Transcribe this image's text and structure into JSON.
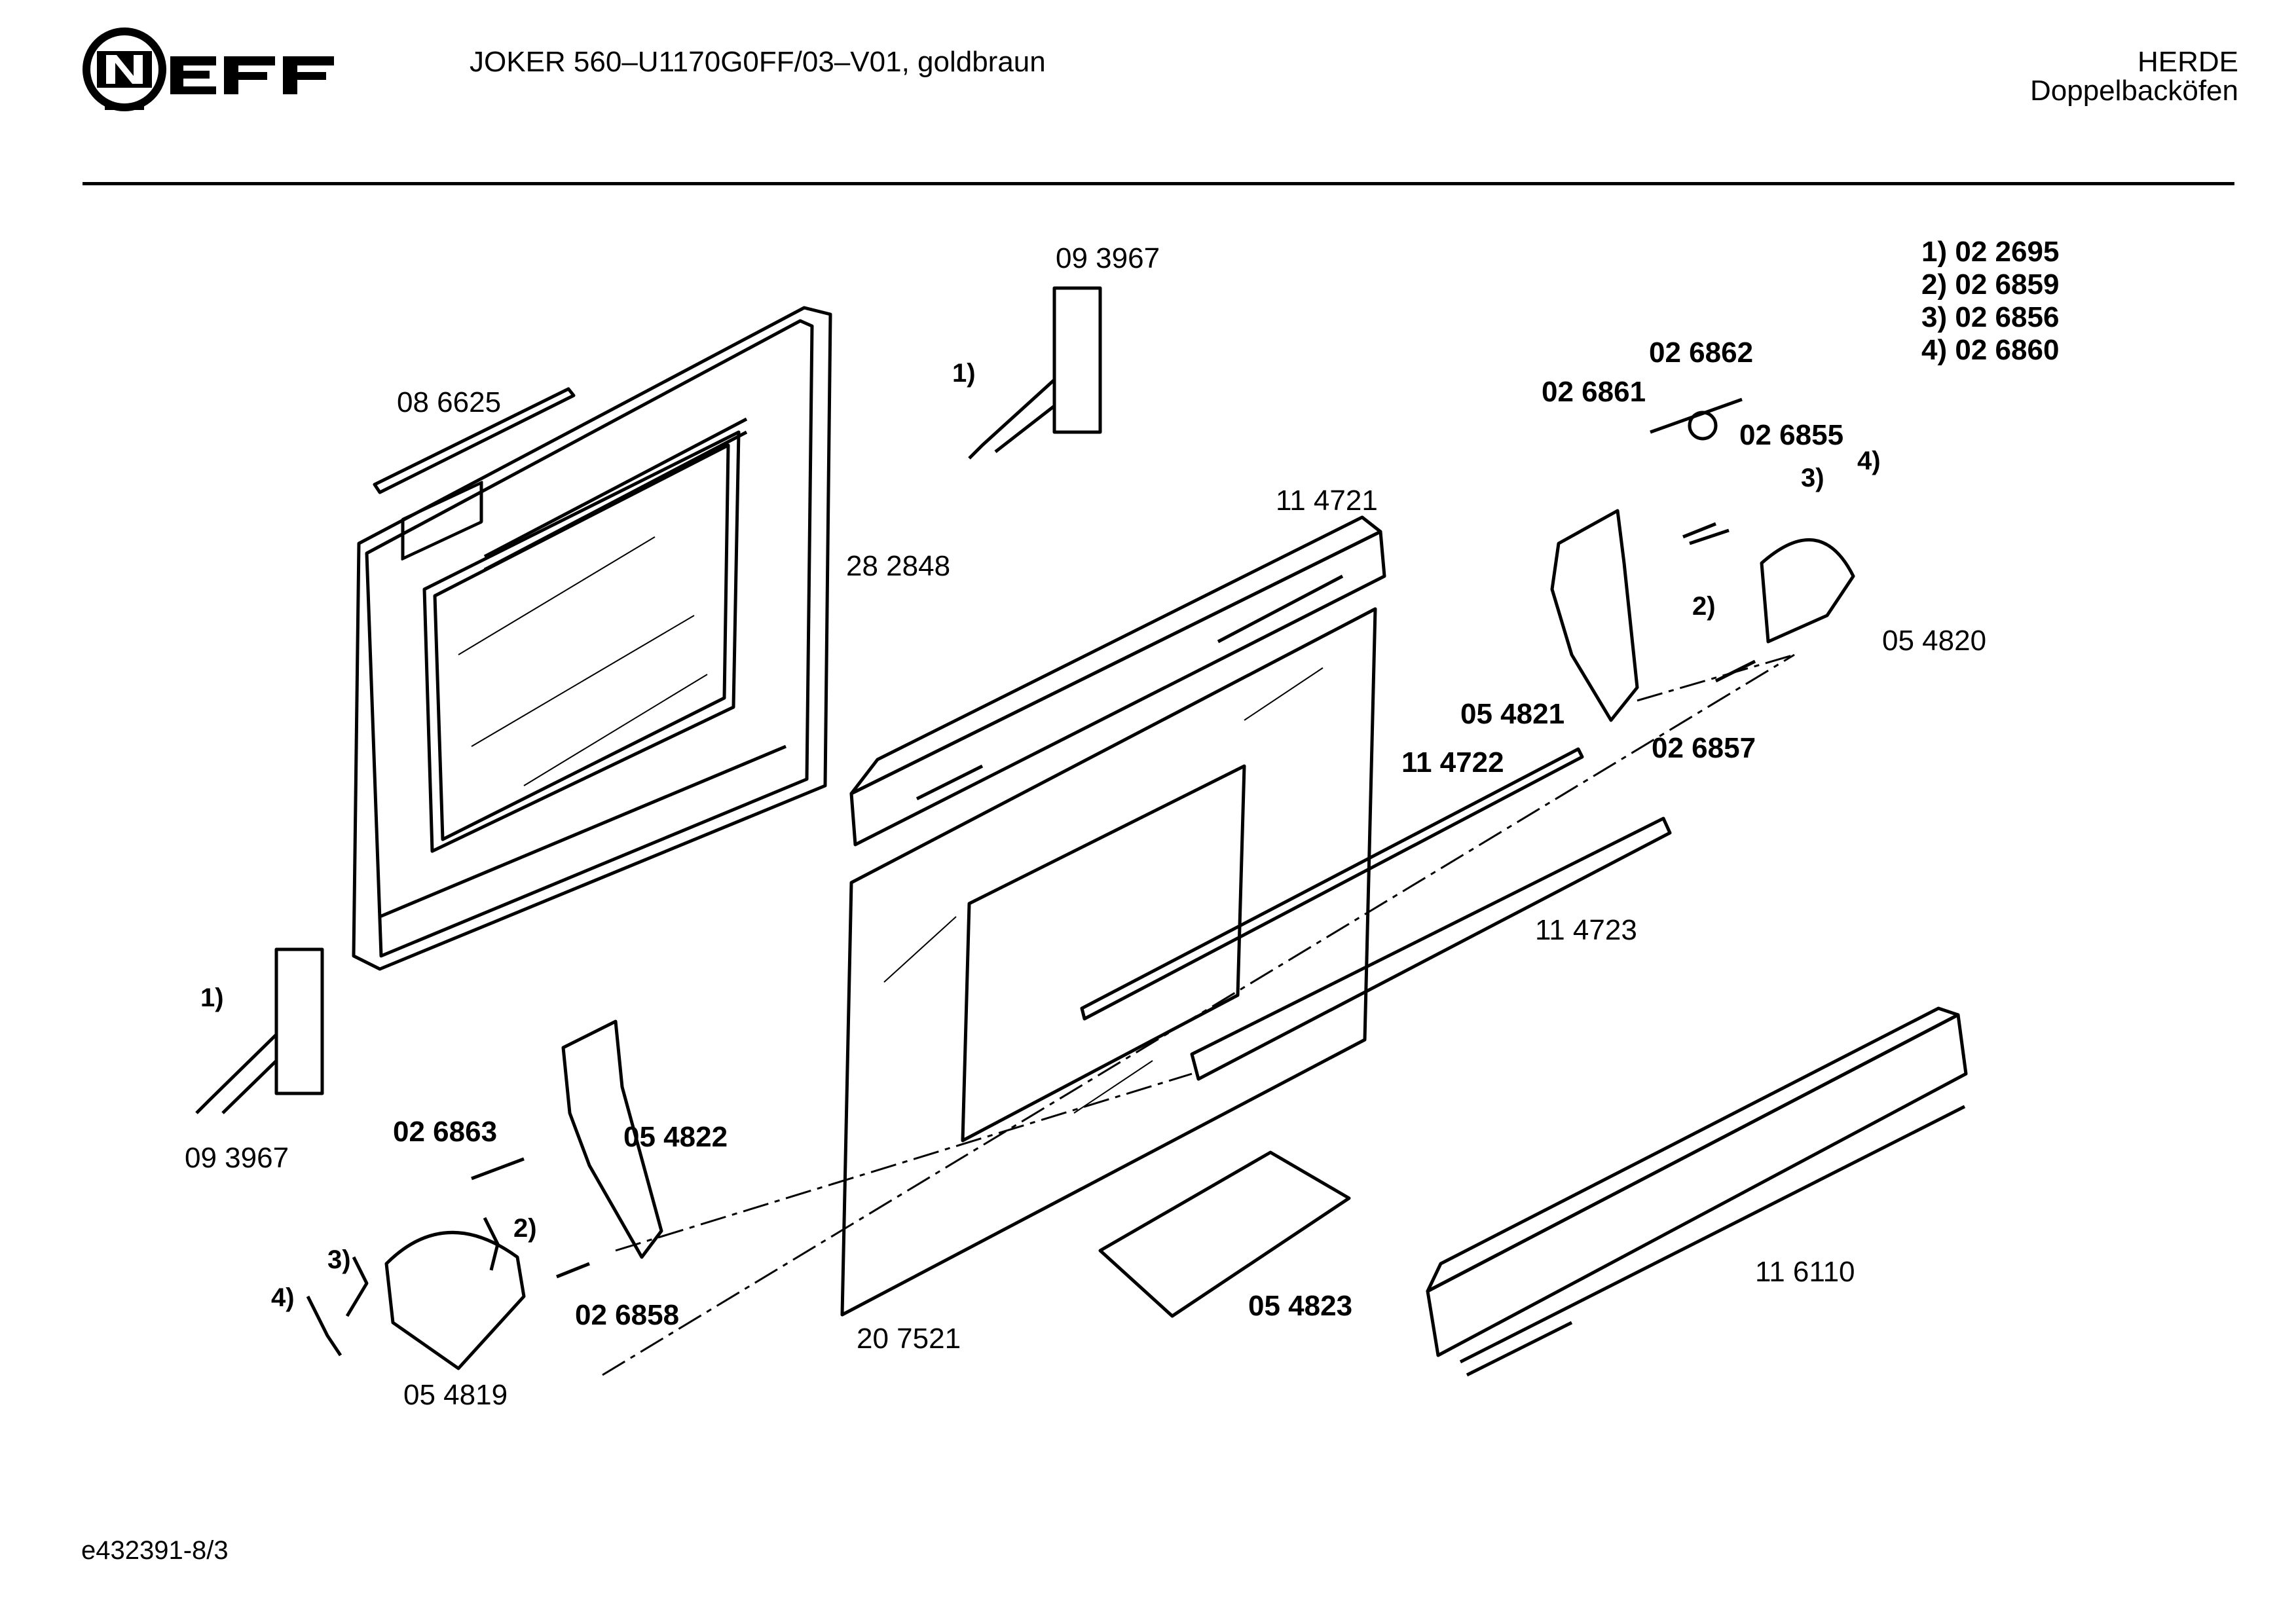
{
  "header": {
    "brand": "NEFF",
    "title": "JOKER 560–U1170G0FF/03–V01, goldbraun",
    "category": "HERDE",
    "subcategory": "Doppelbacköfen"
  },
  "legend": [
    {
      "marker": "1)",
      "part": "02 2695"
    },
    {
      "marker": "2)",
      "part": "02 6859"
    },
    {
      "marker": "3)",
      "part": "02 6856"
    },
    {
      "marker": "4)",
      "part": "02 6860"
    }
  ],
  "parts": {
    "p093967_top": "09 3967",
    "p086625": "08 6625",
    "p282848": "28 2848",
    "p114721": "11 4721",
    "p026862": "02 6862",
    "p026861": "02 6861",
    "p026855": "02 6855",
    "p054820": "05 4820",
    "p054821": "05 4821",
    "p026857": "02 6857",
    "p114722": "11 4722",
    "p114723": "11 4723",
    "p093967_left": "09 3967",
    "p026863": "02 6863",
    "p054822": "05 4822",
    "p026858": "02 6858",
    "p054819": "05 4819",
    "p207521": "20 7521",
    "p054823": "05 4823",
    "p116110": "11 6110"
  },
  "notes": {
    "n1_top": "1)",
    "n1_left": "1)",
    "n2_right": "2)",
    "n2_left": "2)",
    "n3_right": "3)",
    "n4_right": "4)",
    "n3_left": "3)",
    "n4_left": "4)"
  },
  "footer": "e432391-8/3"
}
